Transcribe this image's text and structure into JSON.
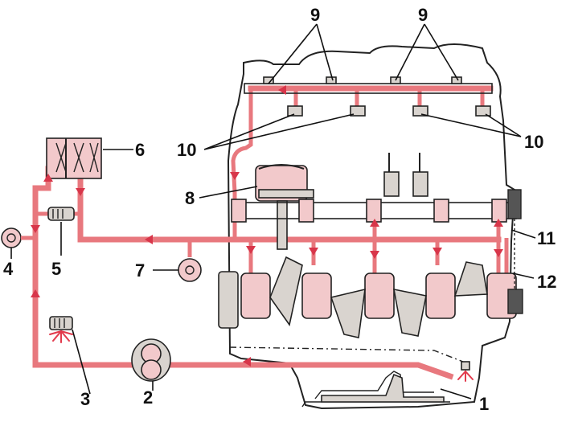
{
  "colors": {
    "oil_line": "#e8787e",
    "oil_fill": "#f2c9cb",
    "arrow": "#d8364a",
    "outline": "#222222"
  },
  "labels": [
    {
      "id": "1",
      "text": "1"
    },
    {
      "id": "2",
      "text": "2"
    },
    {
      "id": "3",
      "text": "3"
    },
    {
      "id": "4",
      "text": "4"
    },
    {
      "id": "5",
      "text": "5"
    },
    {
      "id": "6",
      "text": "6"
    },
    {
      "id": "7",
      "text": "7"
    },
    {
      "id": "8",
      "text": "8"
    },
    {
      "id": "9a",
      "text": "9"
    },
    {
      "id": "9b",
      "text": "9"
    },
    {
      "id": "10a",
      "text": "10"
    },
    {
      "id": "10b",
      "text": "10"
    },
    {
      "id": "11",
      "text": "11"
    },
    {
      "id": "12",
      "text": "12"
    }
  ]
}
